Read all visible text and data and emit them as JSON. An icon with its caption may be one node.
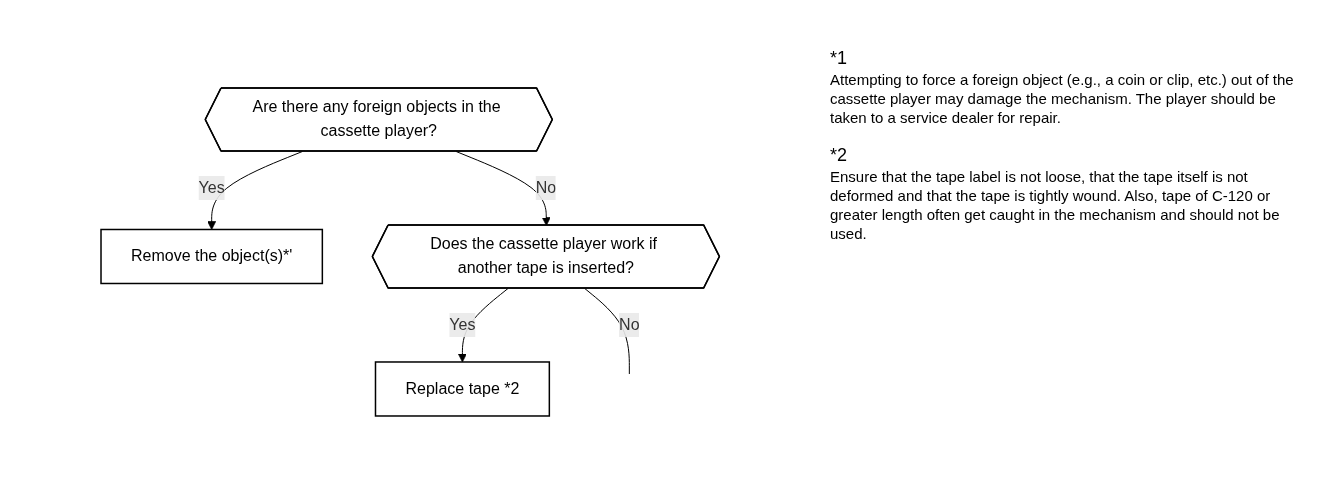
{
  "diagram": {
    "nodes": [
      {
        "text": [
          "Are there any foreign objects in the cassette player?"
        ]
      },
      {
        "text": [
          "Remove the object(s)*'"
        ]
      },
      {
        "text": [
          "Does the cassette player work if another tape is inserted?"
        ]
      },
      {
        "text": [
          "Replace tape *2"
        ]
      }
    ],
    "edges": [
      {
        "from": 0,
        "to": 1,
        "arrow": "to",
        "label": "Yes"
      },
      {
        "from": 0,
        "to": 2,
        "arrow": "to",
        "label": "No"
      },
      {
        "from": 2,
        "to": 3,
        "arrow": "to",
        "label": "Yes"
      },
      {
        "from": 2,
        "to": null,
        "arrow": "none",
        "label": "No"
      }
    ],
    "labels": [
      "*1",
      "Attempting to force a foreign object (e.g., a coin or clip, etc.) out of the cassette player may damage the mechanism. The player should be taken to a service dealer for repair.",
      "*2",
      "Ensure that the tape label is not loose, that the tape itself is not deformed and that the tape is tightly wound. Also, tape of C-120 or greater length often get caught in the mechanism and should not be used."
    ]
  }
}
